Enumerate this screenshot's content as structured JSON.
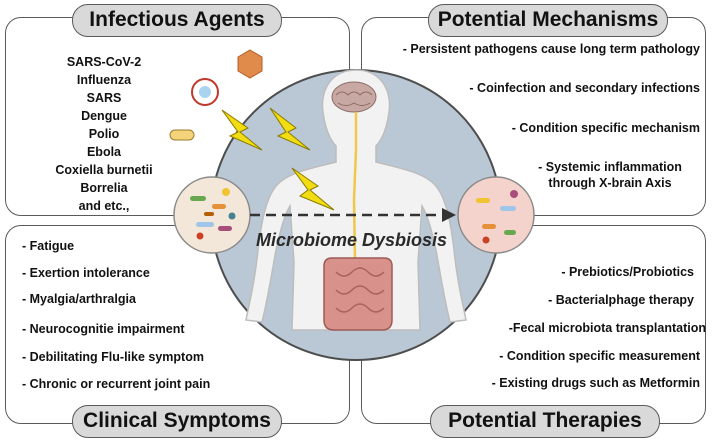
{
  "panels": {
    "infectious_agents": {
      "title": "Infectious Agents",
      "items": [
        "SARS-CoV-2",
        "Influenza",
        "SARS",
        "Dengue",
        "Polio",
        "Ebola",
        "Coxiella burnetii",
        "Borrelia",
        "and etc.,"
      ]
    },
    "potential_mechanisms": {
      "title": "Potential Mechanisms",
      "items": [
        "- Persistent pathogens cause long term pathology",
        "- Coinfection and secondary infections",
        "- Condition specific mechanism",
        "- Systemic inflammation",
        "through X-brain Axis"
      ]
    },
    "clinical_symptoms": {
      "title": "Clinical Symptoms",
      "items": [
        "- Fatigue",
        "- Exertion intolerance",
        "- Myalgia/arthralgia",
        "- Neurocognitie impairment",
        "- Debilitating Flu-like symptom",
        "- Chronic or recurrent joint pain"
      ]
    },
    "potential_therapies": {
      "title": "Potential Therapies",
      "items": [
        "- Prebiotics/Probiotics",
        "- Bacterialphage therapy",
        "-Fecal microbiota transplantation",
        "- Condition specific measurement",
        "- Existing drugs such as Metformin"
      ]
    }
  },
  "center": {
    "label": "Microbiome Dysbiosis"
  },
  "colors": {
    "panel_border": "#5a5a5a",
    "pill_fill": "#d9d9d9",
    "circle_fill": "#b9c8d4",
    "body_fill": "#f2f2f2",
    "brain": "#c8a8a2",
    "intestine": "#d9918c",
    "lightning": "#f2dc12",
    "microbe_left_bg": "#f2e7d8",
    "microbe_right_bg": "#f3d3cc"
  }
}
